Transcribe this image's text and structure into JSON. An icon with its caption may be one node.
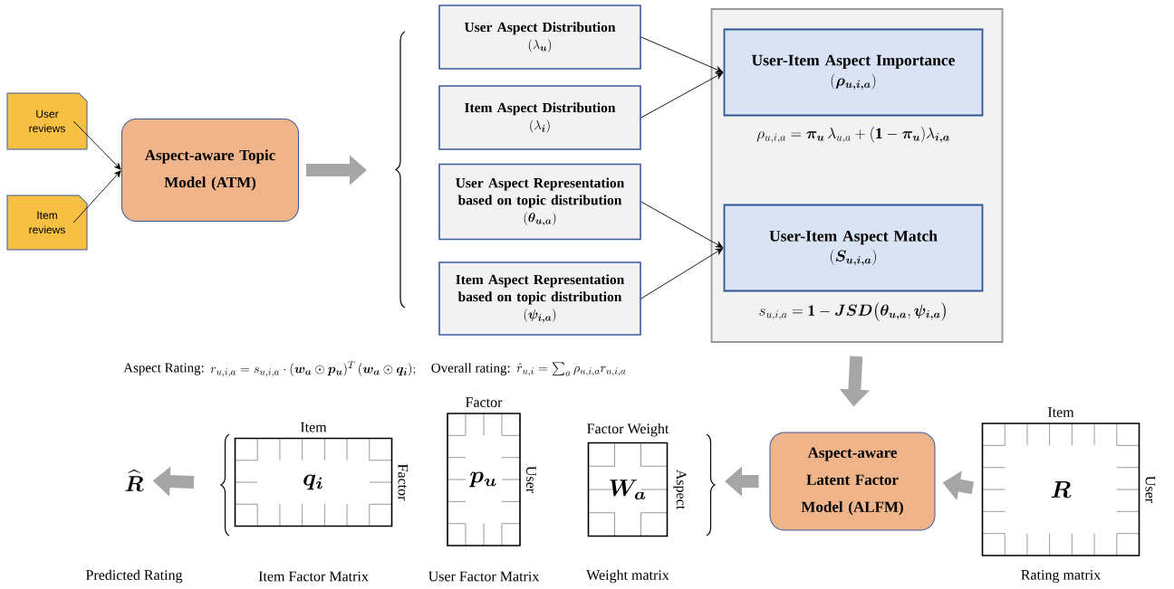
{
  "diagram": {
    "nodes": [
      {
        "text": [
          "User reviews"
        ]
      },
      {
        "text": [
          "Item reviews"
        ]
      },
      {
        "text": [
          "Aspect-aware Topic Model (ATM)"
        ]
      },
      {
        "text": [
          "User Aspect Distribution",
          "(\\lambda_{\\boldsymbol{u}})"
        ]
      },
      {
        "text": [
          "Item Aspect Distribution",
          "(\\lambda_{\\boldsymbol{i}})"
        ]
      },
      {
        "text": [
          "User Aspect Representation based on topic distribution",
          "(\\boldsymbol{\\theta_{u,a}})"
        ]
      },
      {
        "text": [
          "Item Aspect Representation based on topic distribution",
          "(\\boldsymbol{\\psi_{i,a}})"
        ]
      },
      {
        "text": [],
        "shape": "box"
      },
      {
        "text": [
          "User-Item Aspect Importance",
          "(\\boldsymbol{\\rho_{u,i,a}})"
        ],
        "in": 7,
        "beside": [
          "\\rho_{u,i,a} = \\boldsymbol{\\pi_u}\\,\\lambda_{u,a} + (\\mathbf{1}-\\boldsymbol{\\pi_u})\\lambda_{\\boldsymbol{i,a}}"
        ]
      },
      {
        "text": [
          "User-Item Aspect Match",
          "(\\boldsymbol{S_{u,i,a}})"
        ],
        "in": 7,
        "beside": [
          "s_{u,i,a} = \\mathbf{1} - \\boldsymbol{JSD}\\big(\\boldsymbol{\\theta_{u,a}},\\boldsymbol{\\psi_{i,a}}\\big)"
        ]
      },
      {
        "text": [
          "\\widehat{\\boldsymbol{R}}"
        ]
      },
      {
        "text": [
          "\\boldsymbol{q_i}"
        ],
        "beside": [
          "Item",
          "Factor",
          "Item Factor Matrix"
        ]
      },
      {
        "text": [
          "\\boldsymbol{p_u}"
        ],
        "beside": [
          "Factor",
          "User",
          "User Factor Matrix"
        ]
      },
      {
        "text": [
          "\\boldsymbol{W_a}"
        ],
        "beside": [
          "Factor Weight",
          "Aspect",
          "Weight matrix"
        ]
      },
      {
        "text": [
          "Aspect-aware Latent Factor Model (ALFM)"
        ]
      },
      {
        "text": [
          "\\boldsymbol{R}"
        ],
        "beside": [
          "Item",
          "User",
          "Rating matrix"
        ]
      }
    ],
    "edges": [
      {
        "from": 0,
        "to": 2,
        "arrow": "to"
      },
      {
        "from": 1,
        "to": 2,
        "arrow": "to"
      },
      {
        "from": 2,
        "to": null,
        "arrow": "to",
        "style": "thick",
        "color": "#a6a6a6"
      },
      {
        "from": 3,
        "to": 8,
        "arrow": "to"
      },
      {
        "from": 4,
        "to": 8,
        "arrow": "to"
      },
      {
        "from": 5,
        "to": 9,
        "arrow": "to"
      },
      {
        "from": 6,
        "to": 9,
        "arrow": "to"
      },
      {
        "from": 7,
        "to": 14,
        "arrow": "to",
        "style": "thick",
        "color": "#a6a6a6"
      },
      {
        "from": 15,
        "to": 14,
        "arrow": "to",
        "style": "thick",
        "color": "#a6a6a6"
      },
      {
        "from": 14,
        "to": null,
        "arrow": "to",
        "style": "thick",
        "color": "#a6a6a6"
      },
      {
        "from": null,
        "to": 10,
        "arrow": "to",
        "style": "thick",
        "color": "#a6a6a6"
      }
    ],
    "labels": [
      "Aspect Rating:",
      "r_{u,i,a} = s_{u,i,a}\\cdot(\\boldsymbol{w_a}\\odot\\boldsymbol{p_u})^T\\,(\\boldsymbol{w_a}\\odot\\boldsymbol{q_i});",
      "Overall rating:",
      "\\hat{r}_{u,i} = \\textstyle\\sum_a \\rho_{u,i,a} r_{u,i,a}",
      "Predicted Rating"
    ]
  }
}
